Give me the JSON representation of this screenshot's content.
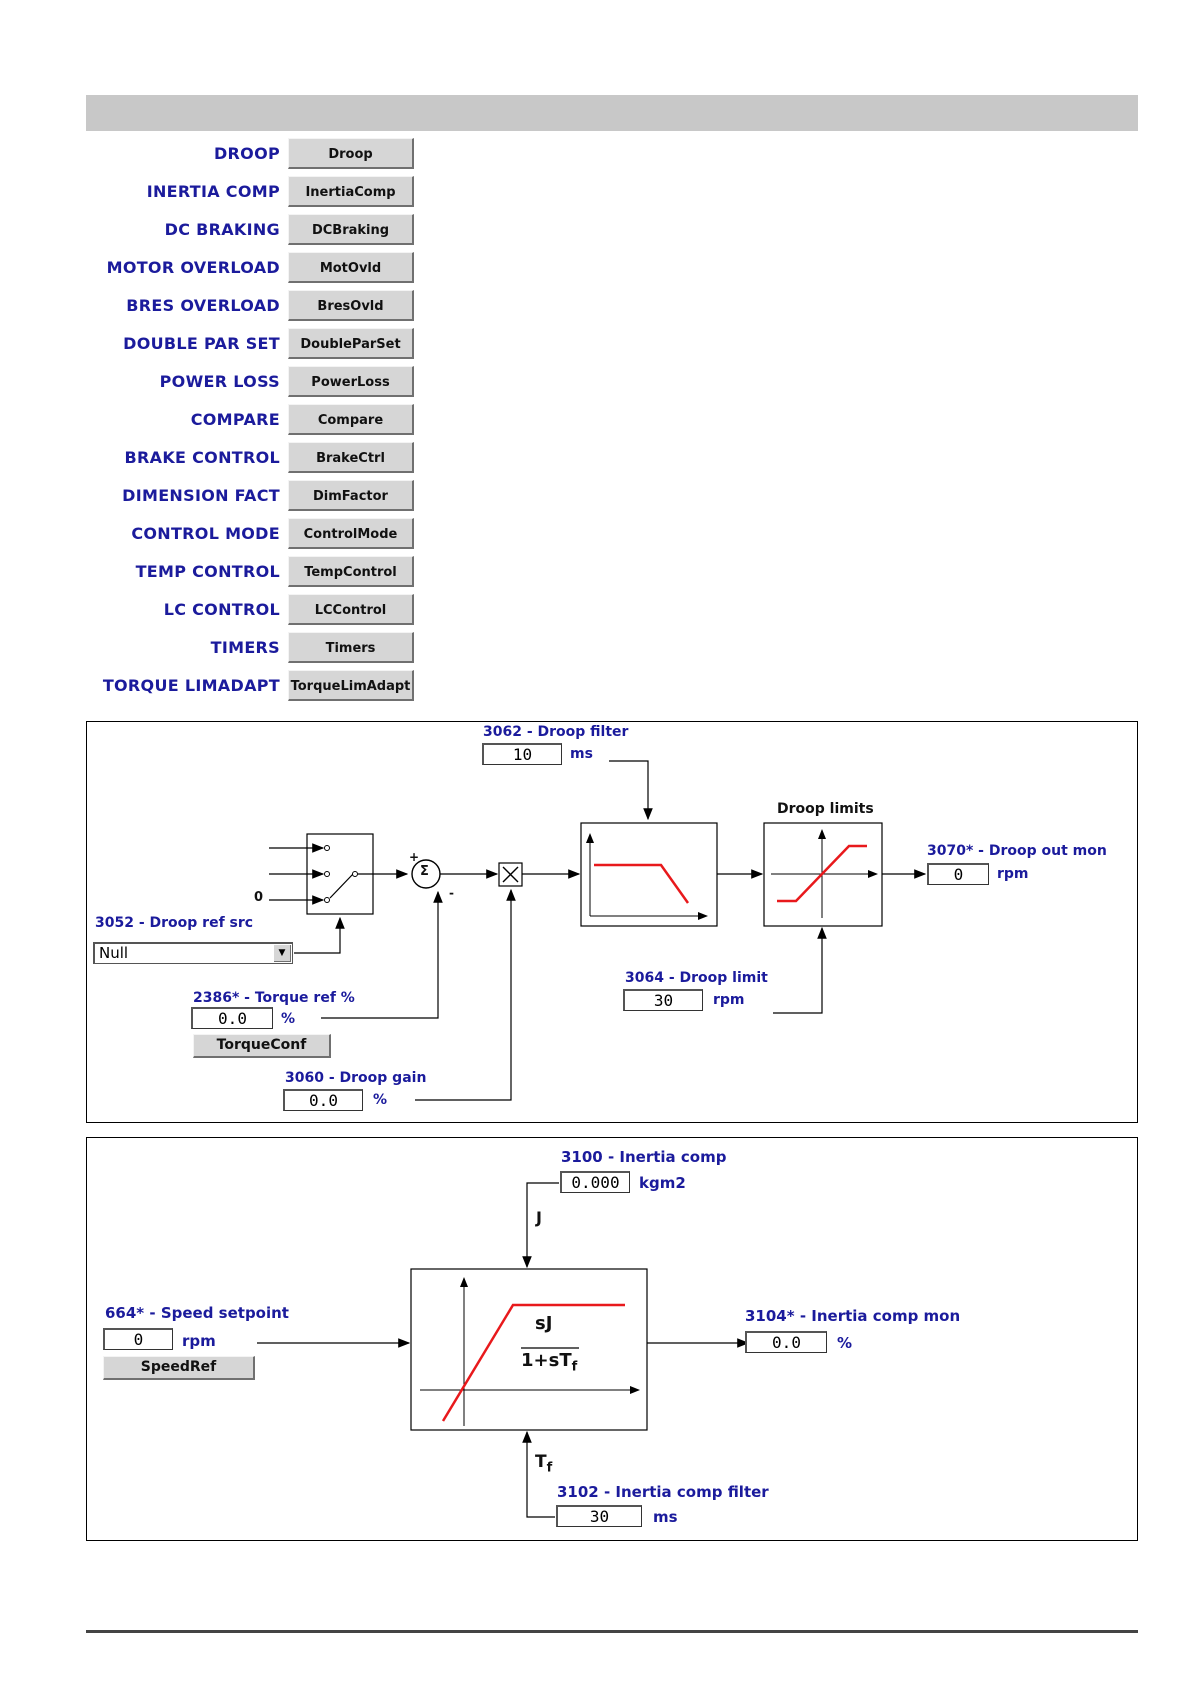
{
  "menu": [
    {
      "label": "DROOP",
      "button": "Droop"
    },
    {
      "label": "INERTIA COMP",
      "button": "InertiaComp"
    },
    {
      "label": "DC BRAKING",
      "button": "DCBraking"
    },
    {
      "label": "MOTOR OVERLOAD",
      "button": "MotOvld"
    },
    {
      "label": "BRES OVERLOAD",
      "button": "BresOvld"
    },
    {
      "label": "DOUBLE PAR SET",
      "button": "DoubleParSet"
    },
    {
      "label": "POWER LOSS",
      "button": "PowerLoss"
    },
    {
      "label": "COMPARE",
      "button": "Compare"
    },
    {
      "label": "BRAKE CONTROL",
      "button": "BrakeCtrl"
    },
    {
      "label": "DIMENSION FACT",
      "button": "DimFactor"
    },
    {
      "label": "CONTROL MODE",
      "button": "ControlMode"
    },
    {
      "label": "TEMP CONTROL",
      "button": "TempControl"
    },
    {
      "label": "LC CONTROL",
      "button": "LCControl"
    },
    {
      "label": "TIMERS",
      "button": "Timers"
    },
    {
      "label": "TORQUE LIMADAPT",
      "button": "TorqueLimAdapt"
    }
  ],
  "droop": {
    "filter_label": "3062 - Droop filter",
    "filter_value": "10",
    "filter_unit": "ms",
    "limits_title": "Droop limits",
    "out_label": "3070* - Droop out mon",
    "out_value": "0",
    "out_unit": "rpm",
    "ref_src_label": "3052 - Droop ref src",
    "ref_src_value": "Null",
    "zero_input": "0",
    "plus_sign": "+",
    "minus_sign": "-",
    "sum_symbol": "Σ",
    "torque_label": "2386* - Torque ref %",
    "torque_value": "0.0",
    "torque_unit": "%",
    "torque_button": "TorqueConf",
    "limit_label": "3064 - Droop limit",
    "limit_value": "30",
    "limit_unit": "rpm",
    "gain_label": "3060 - Droop gain",
    "gain_value": "0.0",
    "gain_unit": "%"
  },
  "inertia": {
    "comp_label": "3100 - Inertia comp",
    "comp_value": "0.000",
    "comp_unit": "kgm2",
    "j_symbol": "J",
    "speed_label": "664* - Speed setpoint",
    "speed_value": "0",
    "speed_unit": "rpm",
    "speed_button": "SpeedRef",
    "numerator": "sJ",
    "denominator": "1+sT",
    "denominator_sub": "f",
    "mon_label": "3104* - Inertia comp mon",
    "mon_value": "0.0",
    "mon_unit": "%",
    "tf_symbol": "T",
    "tf_sub": "f",
    "filter_label": "3102 - Inertia comp filter",
    "filter_value": "30",
    "filter_unit": "ms"
  },
  "colors": {
    "accent": "#1b1b9c",
    "curve": "#e8191c",
    "header_bar": "#c8c8c8"
  }
}
